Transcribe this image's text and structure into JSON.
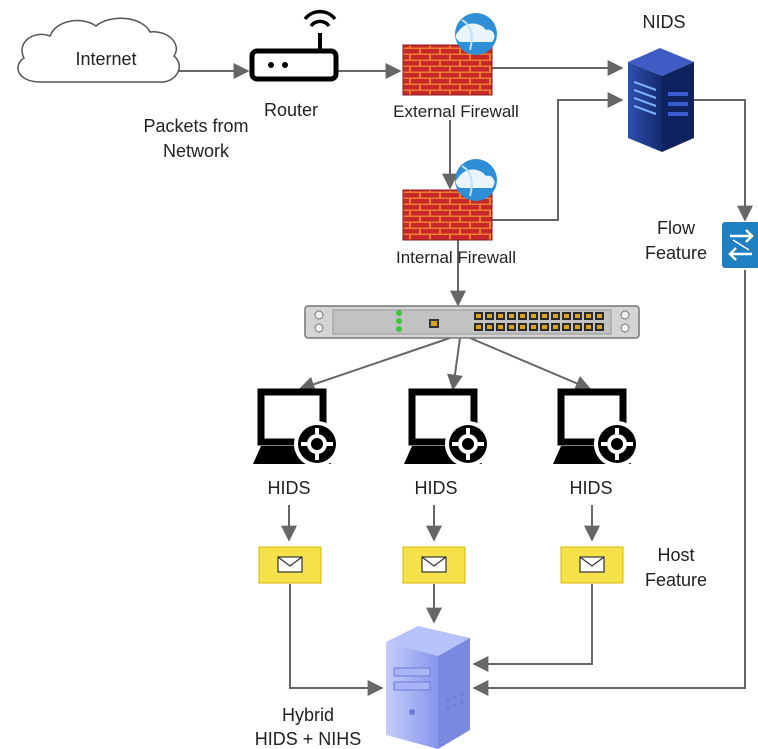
{
  "labels": {
    "internet": "Internet",
    "router": "Router",
    "packets_line1": "Packets from",
    "packets_line2": "Network",
    "external_firewall": "External Firewall",
    "internal_firewall": "Internal Firewall",
    "nids": "NIDS",
    "flow_line1": "Flow",
    "flow_line2": "Feature",
    "hids": [
      "HIDS",
      "HIDS",
      "HIDS"
    ],
    "host_line1": "Host",
    "host_line2": "Feature",
    "hybrid_line1": "Hybrid",
    "hybrid_line2": "HIDS + NIHS"
  },
  "colors": {
    "connector": "#666666",
    "firewall_brick": "#c8282a",
    "firewall_mortar": "#ee7d2f",
    "cloud_badge": "#2f8fd6",
    "server": "#1f3a8a",
    "switch_icon": "#1e7fc1",
    "envelope": "#f5e14a",
    "hybrid_server": "#8f9ff0"
  },
  "icons": [
    "cloud-icon",
    "router-icon",
    "firewall-icon",
    "server-icon",
    "network-switch-icon",
    "laptop-gear-icon",
    "envelope-icon",
    "tower-server-icon"
  ]
}
